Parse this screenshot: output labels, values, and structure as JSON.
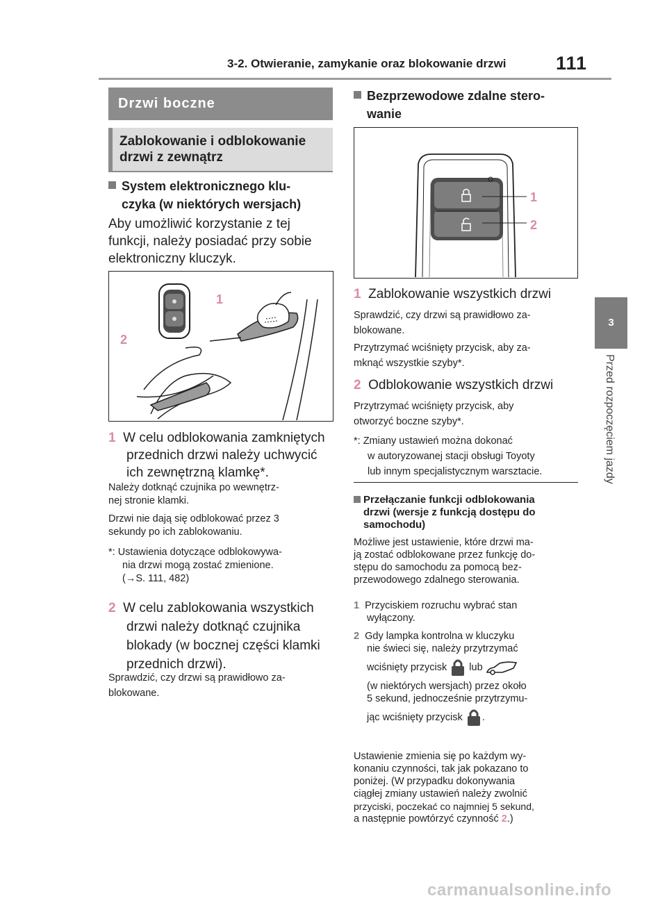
{
  "header": {
    "title": "3-2. Otwieranie, zamykanie oraz blokowanie drzwi",
    "page_number": "111"
  },
  "chapter_tab": {
    "number": "3",
    "side_label": "Przed rozpoczęciem jazdy"
  },
  "left": {
    "section_title": "Drzwi boczne",
    "subsection_title_line1": "Zablokowanie i odblokowanie",
    "subsection_title_line2": "drzwi z zewnątrz",
    "bullet1_line1": "System elektronicznego klu-",
    "bullet1_line2": "czyka (w niektórych wersjach)",
    "intro_line1": "Aby umożliwić korzystanie z tej",
    "intro_line2": "funkcji, należy posiadać przy sobie",
    "intro_line3": "elektroniczny kluczyk.",
    "figure_labels": {
      "one": "1",
      "two": "2"
    },
    "step1_num": "1",
    "step1_line1": "W celu odblokowania zamkniętych",
    "step1_line2": "przednich drzwi należy uchwycić",
    "step1_line3": "ich zewnętrzną klamkę*.",
    "step1_note1_line1": "Należy dotknąć czujnika po wewnętrz-",
    "step1_note1_line2": "nej stronie klamki.",
    "step1_note2_line1": "Drzwi nie dają się odblokować przez 3",
    "step1_note2_line2": "sekundy po ich zablokowaniu.",
    "step1_foot_line1": "*: Ustawienia dotyczące odblokowywa-",
    "step1_foot_line2": "nia drzwi mogą zostać zmienione.",
    "step1_foot_line3": "(→S. 111, 482)",
    "step2_num": "2",
    "step2_line1": "W celu zablokowania wszystkich",
    "step2_line2": "drzwi należy dotknąć czujnika",
    "step2_line3": "blokady (w bocznej części klamki",
    "step2_line4": "przednich drzwi).",
    "step2_note_line1": "Sprawdzić, czy drzwi są prawidłowo za-",
    "step2_note_line2": "blokowane."
  },
  "right": {
    "bullet2_line1": "Bezprzewodowe zdalne stero-",
    "bullet2_line2": "wanie",
    "figure_labels": {
      "one": "1",
      "two": "2"
    },
    "item1_num": "1",
    "item1_title": "Zablokowanie wszystkich drzwi",
    "item1_note1_line1": "Sprawdzić, czy drzwi są prawidłowo za-",
    "item1_note1_line2": "blokowane.",
    "item1_note2_line1": "Przytrzymać wciśnięty przycisk, aby za-",
    "item1_note2_line2": "mknąć wszystkie szyby*.",
    "item2_num": "2",
    "item2_title": "Odblokowanie wszystkich drzwi",
    "item2_note_line1": "Przytrzymać wciśnięty przycisk, aby",
    "item2_note_line2": "otworzyć boczne szyby*.",
    "foot_line1": "*: Zmiany ustawień można dokonać",
    "foot_line2": "w autoryzowanej stacji obsługi Toyoty",
    "foot_line3": "lub innym specjalistycznym warsztacie.",
    "bullet3_line1": "Przełączanie funkcji odblokowania",
    "bullet3_line2": "drzwi (wersje z funkcją dostępu do",
    "bullet3_line3": "samochodu)",
    "body1_line1": "Możliwe jest ustawienie, które drzwi ma-",
    "body1_line2": "ją zostać odblokowane przez funkcję do-",
    "body1_line3": "stępu do samochodu za pomocą bez-",
    "body1_line4": "przewodowego zdalnego sterowania.",
    "sub1_num": "1",
    "sub1_line1": "Przyciskiem rozruchu wybrać stan",
    "sub1_line2": "wyłączony.",
    "sub2_num": "2",
    "sub2_line1": "Gdy lampka kontrolna w kluczyku",
    "sub2_line2": "nie świeci się, należy przytrzymać",
    "sub2_line3a": "wciśnięty przycisk",
    "sub2_line3b": "lub",
    "sub2_line4": "(w niektórych wersjach) przez około",
    "sub2_line5": "5 sekund, jednocześnie przytrzymu-",
    "sub2_line6a": "jąc wciśnięty przycisk",
    "sub2_line6b": ".",
    "body2_line1": "Ustawienie zmienia się po każdym wy-",
    "body2_line2": "konaniu czynności, tak jak pokazano to",
    "body2_line3": "poniżej. (W przypadku dokonywania",
    "body2_line4": "ciągłej zmiany ustawień należy zwolnić",
    "body2_line5": "przyciski, poczekać co najmniej 5 sekund,",
    "body2_line6a": "a następnie powtórzyć czynność",
    "body2_line6num": "2",
    "body2_line6b": ".)"
  },
  "watermark": "carmanualsonline.info"
}
